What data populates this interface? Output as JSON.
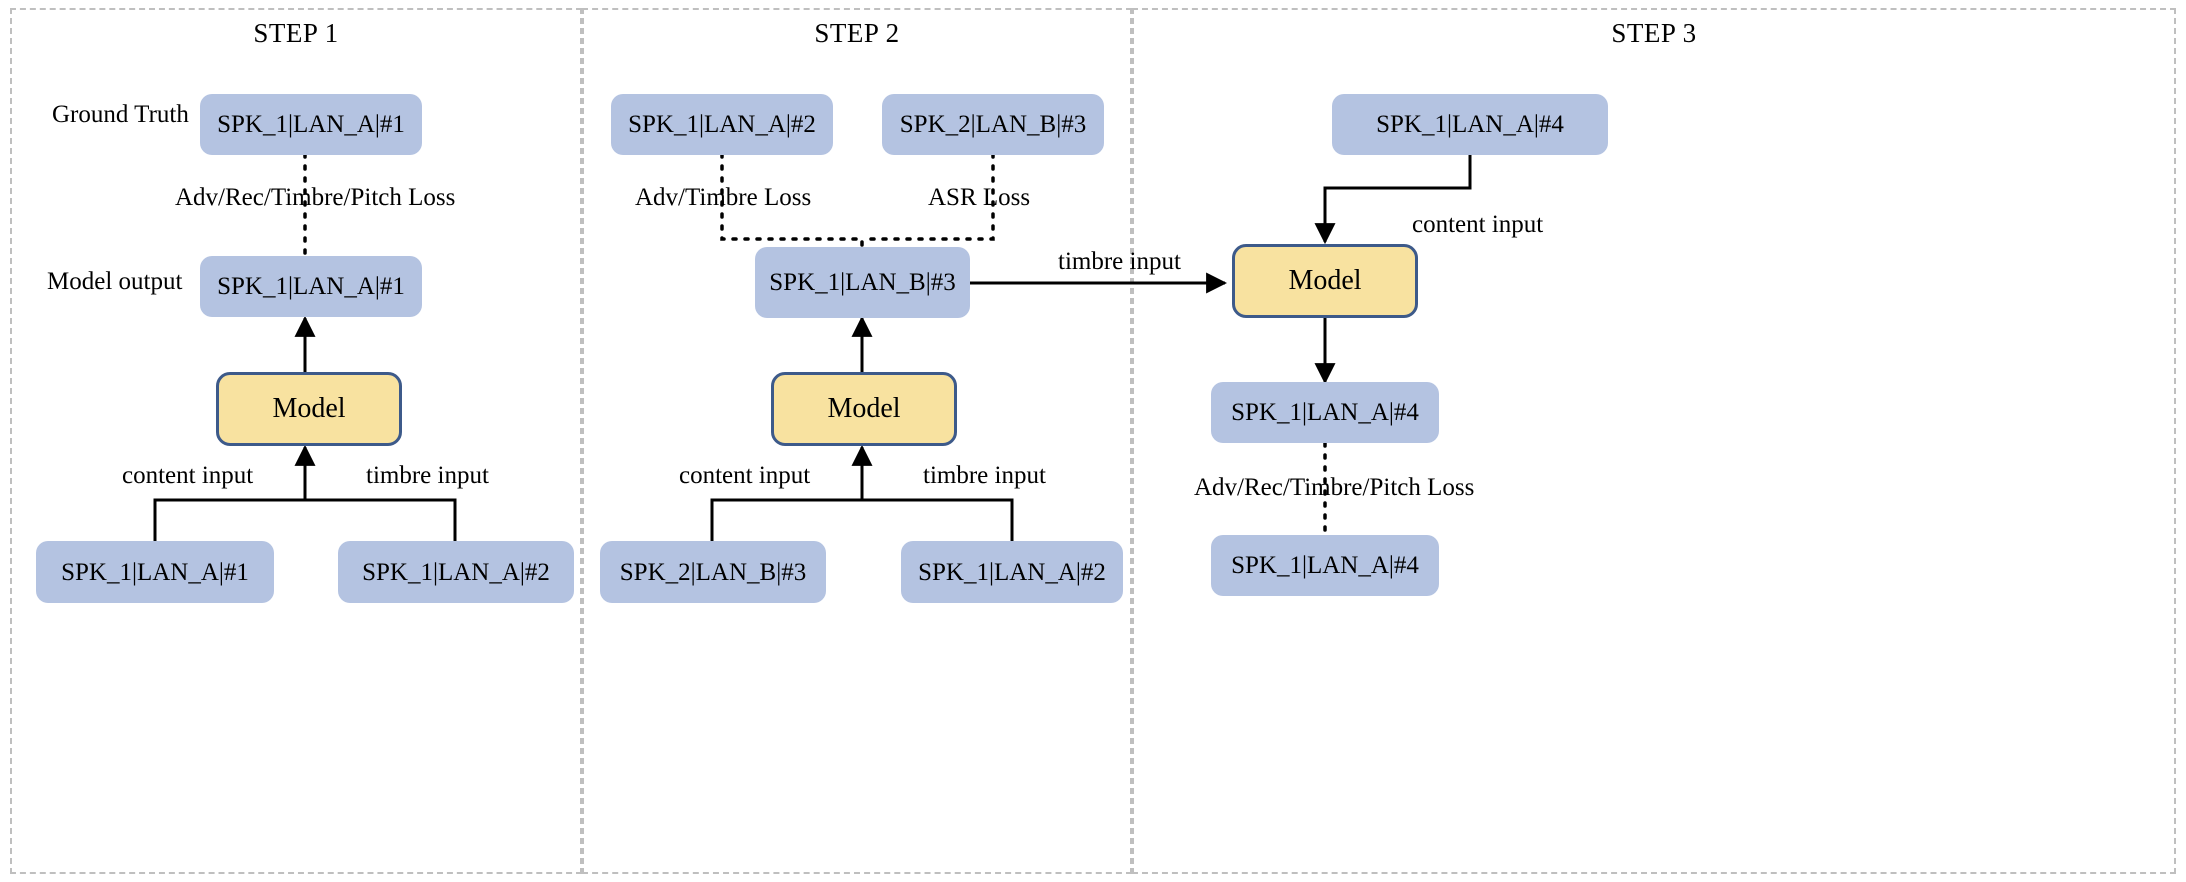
{
  "diagram": {
    "title": "Three-step training pipeline",
    "colors": {
      "data_node_fill": "#b4c3e1",
      "model_node_fill": "#f8e2a0",
      "model_node_border": "#3d5a8a",
      "panel_divider": "#bfbfbf",
      "wire": "#000000",
      "background": "#ffffff"
    }
  },
  "steps": [
    {
      "id": "step-1",
      "title": "STEP 1",
      "row_labels": {
        "ground_truth": "Ground Truth",
        "model_output": "Model output"
      },
      "ground_truth_node": "SPK_1|LAN_A|#1",
      "loss_label": "Adv/Rec/Timbre/Pitch Loss",
      "output_node": "SPK_1|LAN_A|#1",
      "model_node": "Model",
      "input_labels": {
        "content": "content input",
        "timbre": "timbre input"
      },
      "content_input_node": "SPK_1|LAN_A|#1",
      "timbre_input_node": "SPK_1|LAN_A|#2"
    },
    {
      "id": "step-2",
      "title": "STEP 2",
      "ground_truth_left_node": "SPK_1|LAN_A|#2",
      "ground_truth_right_node": "SPK_2|LAN_B|#3",
      "loss_left_label": "Adv/Timbre Loss",
      "loss_right_label": "ASR Loss",
      "output_node": "SPK_1|LAN_B|#3",
      "model_node": "Model",
      "input_labels": {
        "content": "content input",
        "timbre": "timbre input"
      },
      "content_input_node": "SPK_2|LAN_B|#3",
      "timbre_input_node": "SPK_1|LAN_A|#2",
      "cross_step_label": "timbre input"
    },
    {
      "id": "step-3",
      "title": "STEP 3",
      "content_source_node": "SPK_1|LAN_A|#4",
      "content_input_label": "content input",
      "model_node": "Model",
      "output_node": "SPK_1|LAN_A|#4",
      "loss_label": "Adv/Rec/Timbre/Pitch Loss",
      "ground_truth_node": "SPK_1|LAN_A|#4"
    }
  ]
}
